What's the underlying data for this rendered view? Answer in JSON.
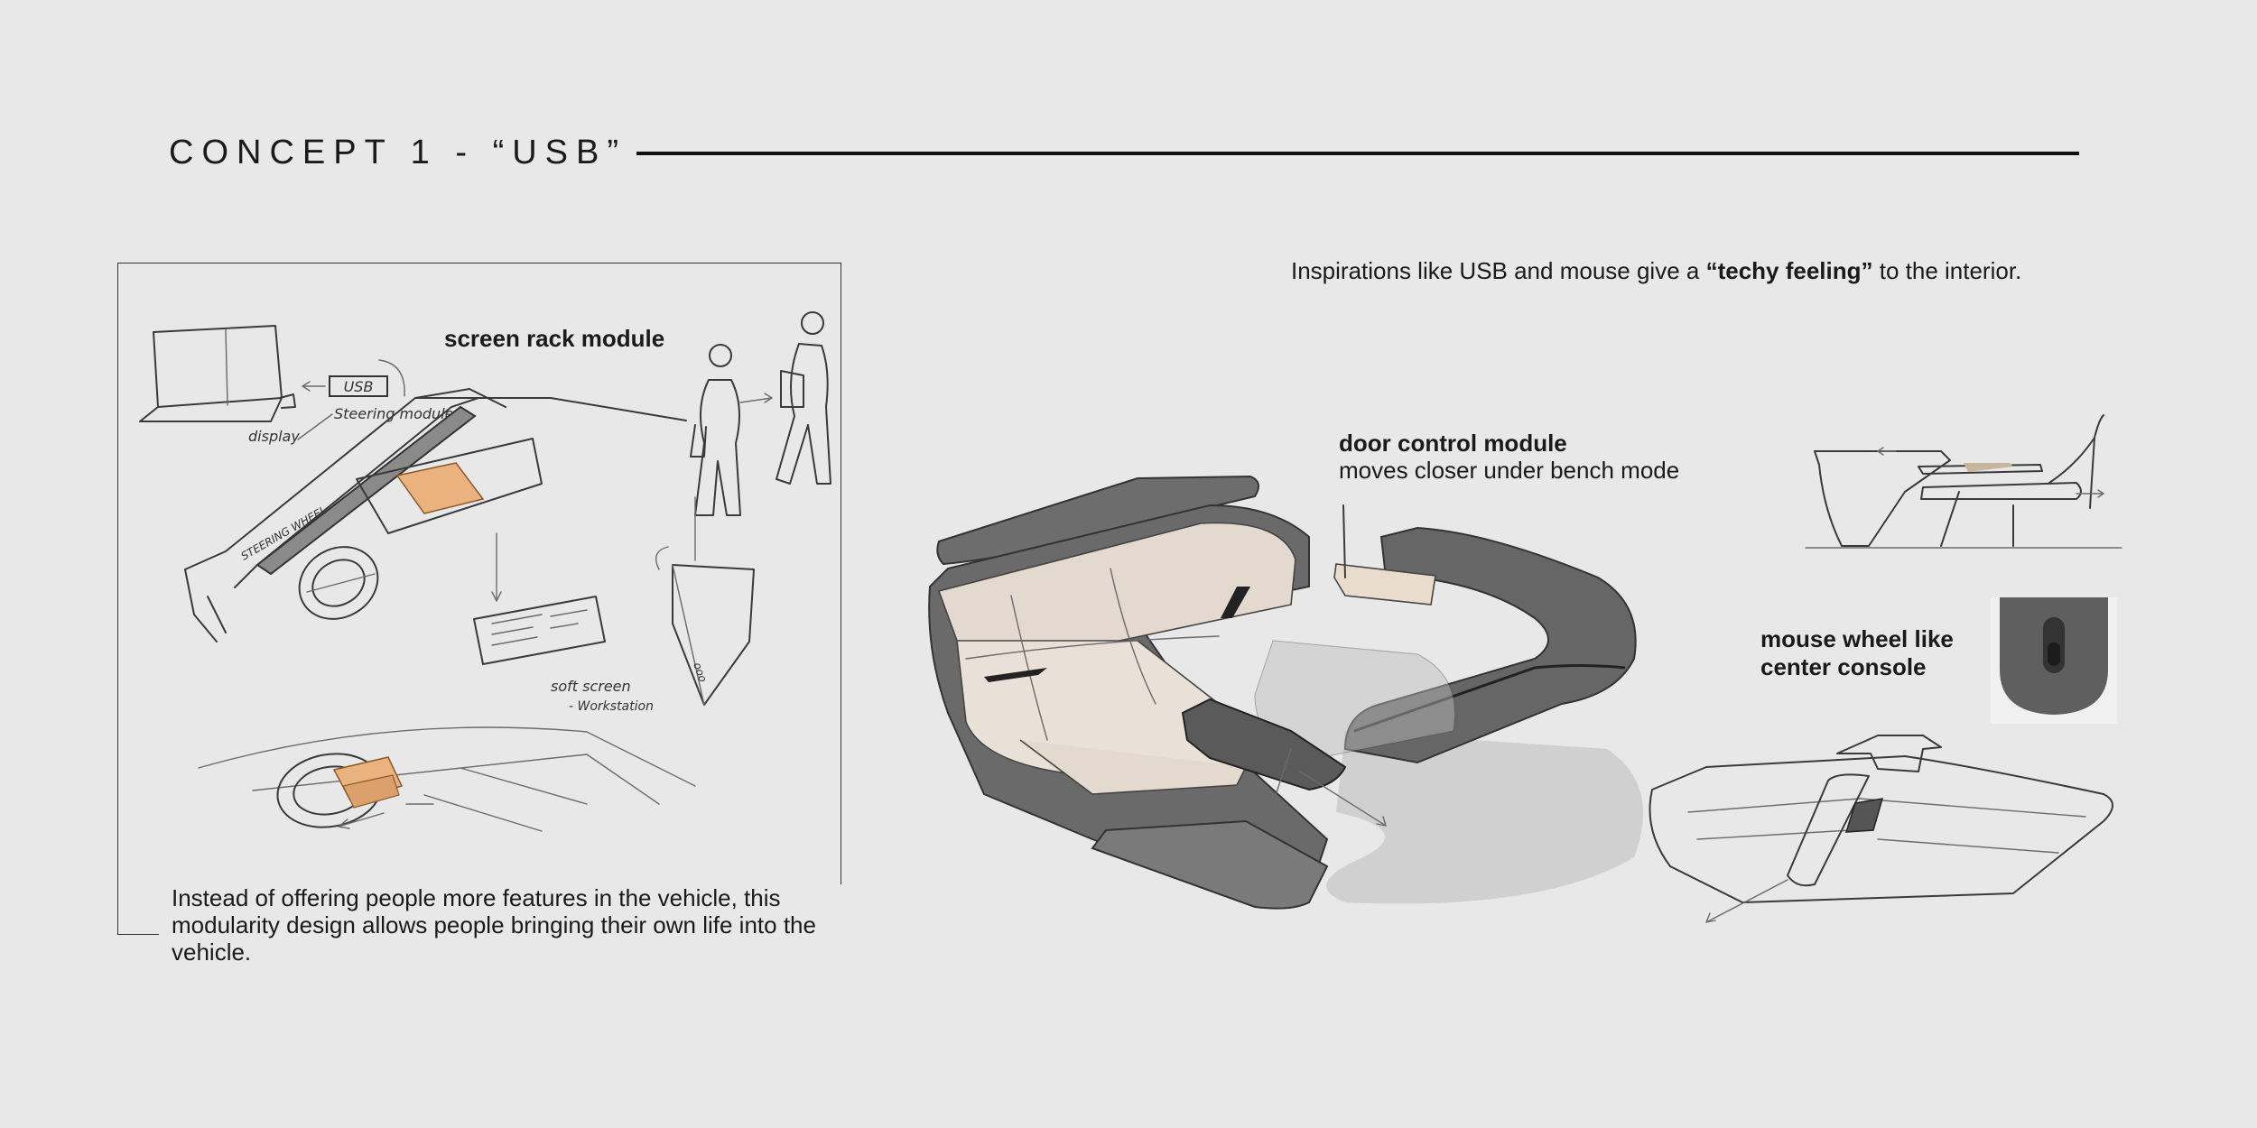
{
  "header": {
    "title": "CONCEPT 1 - “USB”"
  },
  "left_panel": {
    "module_label": "screen rack module",
    "sketch_notes": {
      "usb": "USB",
      "steering": "Steering module",
      "display": "display",
      "steering_wheel": "STEERING WHEEL",
      "soft_screen": "soft screen",
      "workstation": "- Workstation"
    },
    "description": "Instead of offering people more features in the vehicle, this modularity design allows people bringing their own life into the vehicle."
  },
  "right_panel": {
    "inspiration_prefix": "Inspirations like USB and mouse give a ",
    "inspiration_bold": "“techy feeling”",
    "inspiration_suffix": " to the interior.",
    "door_module_title": "door control module",
    "door_module_desc": "moves closer under bench mode",
    "mouse_title_line1": "mouse wheel like",
    "mouse_title_line2": "center console"
  },
  "colors": {
    "background": "#e8e8e8",
    "seat_beige": "#e4d9cf",
    "module_gray": "#6e6e6e",
    "accent_orange": "#e9b27f"
  }
}
